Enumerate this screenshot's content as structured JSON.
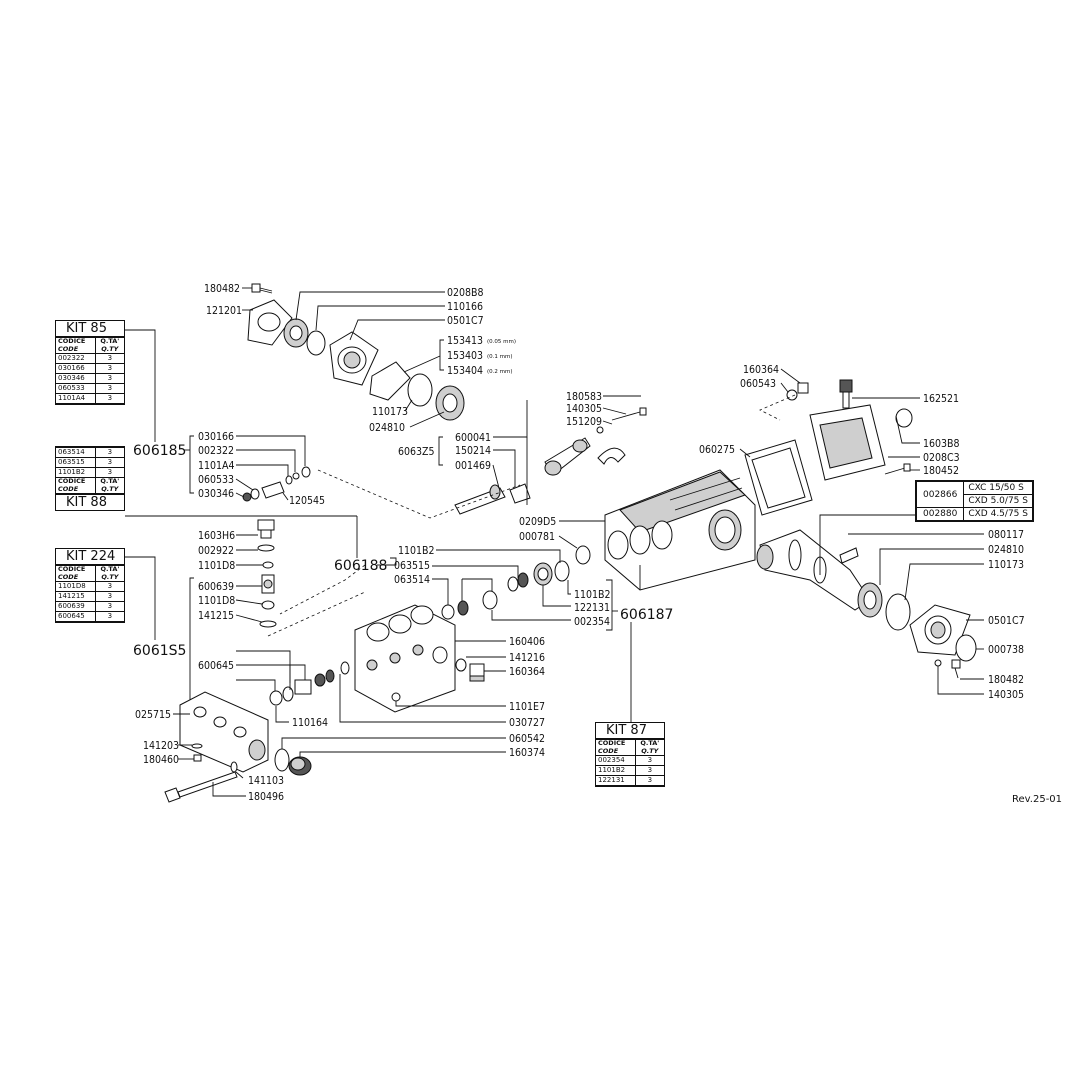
{
  "revision": "Rev.25-01",
  "labels": {
    "l180482a": "180482",
    "l121201": "121201",
    "l0208B8": "0208B8",
    "l110166": "110166",
    "l0501C7a": "0501C7",
    "l153413": "153413",
    "l153413s": "(0.05 mm)",
    "l153403": "153403",
    "l153403s": "(0.1 mm)",
    "l153404": "153404",
    "l153404s": "(0.2 mm)",
    "l110173a": "110173",
    "l024810a": "024810",
    "l160364a": "160364",
    "l060543": "060543",
    "l162521": "162521",
    "l1603B8": "1603B8",
    "l0208C3": "0208C3",
    "l180452": "180452",
    "l060275": "060275",
    "l180583": "180583",
    "l140305a": "140305",
    "l151209": "151209",
    "l600041": "600041",
    "l150214": "150214",
    "l001469": "001469",
    "l6063Z5": "6063Z5",
    "l030166": "030166",
    "l002322": "002322",
    "l1101A4": "1101A4",
    "l060533": "060533",
    "l030346": "030346",
    "l120545": "120545",
    "l606185": "606185",
    "l1603H6": "1603H6",
    "l002922": "002922",
    "l1101D8a": "1101D8",
    "l600639": "600639",
    "l1101D8b": "1101D8",
    "l141215": "141215",
    "l606188": "606188",
    "l1101B2a": "1101B2",
    "l063515": "063515",
    "l063514": "063514",
    "l1101B2b": "1101B2",
    "l122131": "122131",
    "l002354": "002354",
    "l606187": "606187",
    "l0209D5": "0209D5",
    "l000781": "000781",
    "l080117": "080117",
    "l024810b": "024810",
    "l110173b": "110173",
    "l0501C7b": "0501C7",
    "l000738": "000738",
    "l180482b": "180482",
    "l140305b": "140305",
    "l160406": "160406",
    "l141216": "141216",
    "l160364b": "160364",
    "l1101E7": "1101E7",
    "l030727": "030727",
    "l060542": "060542",
    "l160374": "160374",
    "l600645": "600645",
    "l110164": "110164",
    "l6061S5": "6061S5",
    "l025715": "025715",
    "l141203": "141203",
    "l180460": "180460",
    "l141103": "141103",
    "l180496": "180496"
  },
  "kits": {
    "kit85": {
      "title": "KIT  85",
      "h1": "CODICE",
      "h1b": "CODE",
      "h2": "Q.TA'",
      "h2b": "Q.TY",
      "rows": [
        {
          "code": "002322",
          "qty": "3"
        },
        {
          "code": "030166",
          "qty": "3"
        },
        {
          "code": "030346",
          "qty": "3"
        },
        {
          "code": "060533",
          "qty": "3"
        },
        {
          "code": "1101A4",
          "qty": "3"
        }
      ]
    },
    "kit88": {
      "title": "KIT  88",
      "h1": "CODICE",
      "h1b": "CODE",
      "h2": "Q.TA'",
      "h2b": "Q.TY",
      "rows": [
        {
          "code": "063514",
          "qty": "3"
        },
        {
          "code": "063515",
          "qty": "3"
        },
        {
          "code": "1101B2",
          "qty": "3"
        }
      ]
    },
    "kit224": {
      "title": "KIT  224",
      "h1": "CODICE",
      "h1b": "CODE",
      "h2": "Q.TA'",
      "h2b": "Q.TY",
      "rows": [
        {
          "code": "1101D8",
          "qty": "3"
        },
        {
          "code": "141215",
          "qty": "3"
        },
        {
          "code": "600639",
          "qty": "3"
        },
        {
          "code": "600645",
          "qty": "3"
        }
      ]
    },
    "kit87": {
      "title": "KIT  87",
      "h1": "CODICE",
      "h1b": "CODE",
      "h2": "Q.TA'",
      "h2b": "Q.TY",
      "rows": [
        {
          "code": "002354",
          "qty": "3"
        },
        {
          "code": "1101B2",
          "qty": "3"
        },
        {
          "code": "122131",
          "qty": "3"
        }
      ]
    }
  },
  "models": [
    {
      "code": "002866",
      "m1": "CXC  15/50  S",
      "m2": "CXD  5.0/75  S"
    },
    {
      "code": "002880",
      "m1": "CXD  4.5/75  S"
    }
  ]
}
